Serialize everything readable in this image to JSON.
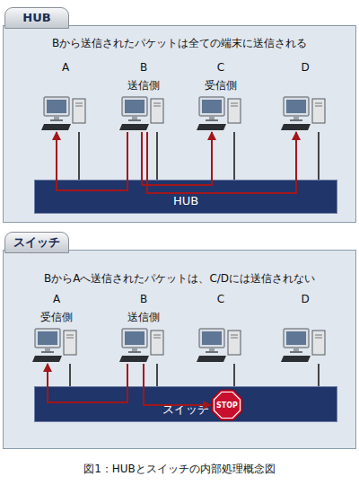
{
  "diagram": {
    "caption": "図1：HUBとスイッチの内部処理概念図",
    "nodes": [
      {
        "text": [
          "HUB",
          "Bから送信されたパケットは全ての端末に送信される"
        ]
      },
      {
        "text": [
          "A"
        ],
        "in": 0
      },
      {
        "text": [
          "B",
          "送信側"
        ],
        "in": 0
      },
      {
        "text": [
          "C",
          "受信側"
        ],
        "in": 0
      },
      {
        "text": [
          "D"
        ],
        "in": 0
      },
      {
        "text": [
          "HUB"
        ],
        "in": 0
      },
      {
        "text": [
          "スイッチ",
          "BからAへ送信されたパケットは、C/Dには送信されない"
        ]
      },
      {
        "text": [
          "A",
          "受信側"
        ],
        "in": 6
      },
      {
        "text": [
          "B",
          "送信側"
        ],
        "in": 6
      },
      {
        "text": [
          "C"
        ],
        "in": 6
      },
      {
        "text": [
          "D"
        ],
        "in": 6
      },
      {
        "text": [
          "スイッチ"
        ],
        "in": 6
      },
      {
        "text": [
          "STOP"
        ],
        "in": 11
      }
    ],
    "edges": [
      {
        "from": 2,
        "to": 1,
        "arrow": "to"
      },
      {
        "from": 2,
        "to": 3,
        "arrow": "to"
      },
      {
        "from": 2,
        "to": 4,
        "arrow": "to"
      },
      {
        "from": 8,
        "to": 7,
        "arrow": "to"
      },
      {
        "from": 8,
        "to": 12,
        "arrow": "to"
      },
      {
        "from": 1,
        "to": 5,
        "arrow": "none"
      },
      {
        "from": 2,
        "to": 5,
        "arrow": "none"
      },
      {
        "from": 3,
        "to": 5,
        "arrow": "none"
      },
      {
        "from": 4,
        "to": 5,
        "arrow": "none"
      },
      {
        "from": 7,
        "to": 11,
        "arrow": "none"
      },
      {
        "from": 8,
        "to": 11,
        "arrow": "none"
      },
      {
        "from": 9,
        "to": 11,
        "arrow": "none"
      },
      {
        "from": 10,
        "to": 11,
        "arrow": "none"
      }
    ]
  }
}
